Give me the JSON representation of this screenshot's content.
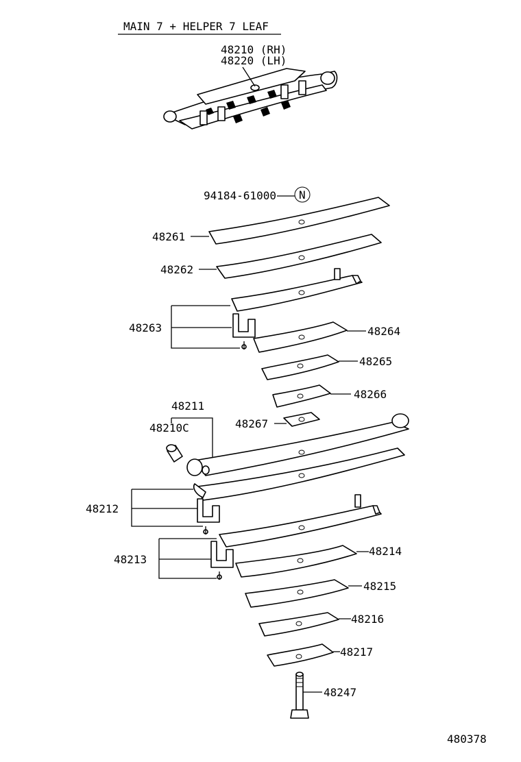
{
  "title": "MAIN 7 + HELPER 7 LEAF",
  "assembly": {
    "rh": "48210 (RH)",
    "lh": "48220 (LH)"
  },
  "nut": {
    "part": "94184-61000",
    "mark": "N"
  },
  "parts": {
    "p48261": "48261",
    "p48262": "48262",
    "p48263": "48263",
    "p48264": "48264",
    "p48265": "48265",
    "p48266": "48266",
    "p48267": "48267",
    "p48211": "48211",
    "p48210c": "48210C",
    "p48212": "48212",
    "p48213": "48213",
    "p48214": "48214",
    "p48215": "48215",
    "p48216": "48216",
    "p48217": "48217",
    "p48247": "48247"
  },
  "figure_no": "480378"
}
